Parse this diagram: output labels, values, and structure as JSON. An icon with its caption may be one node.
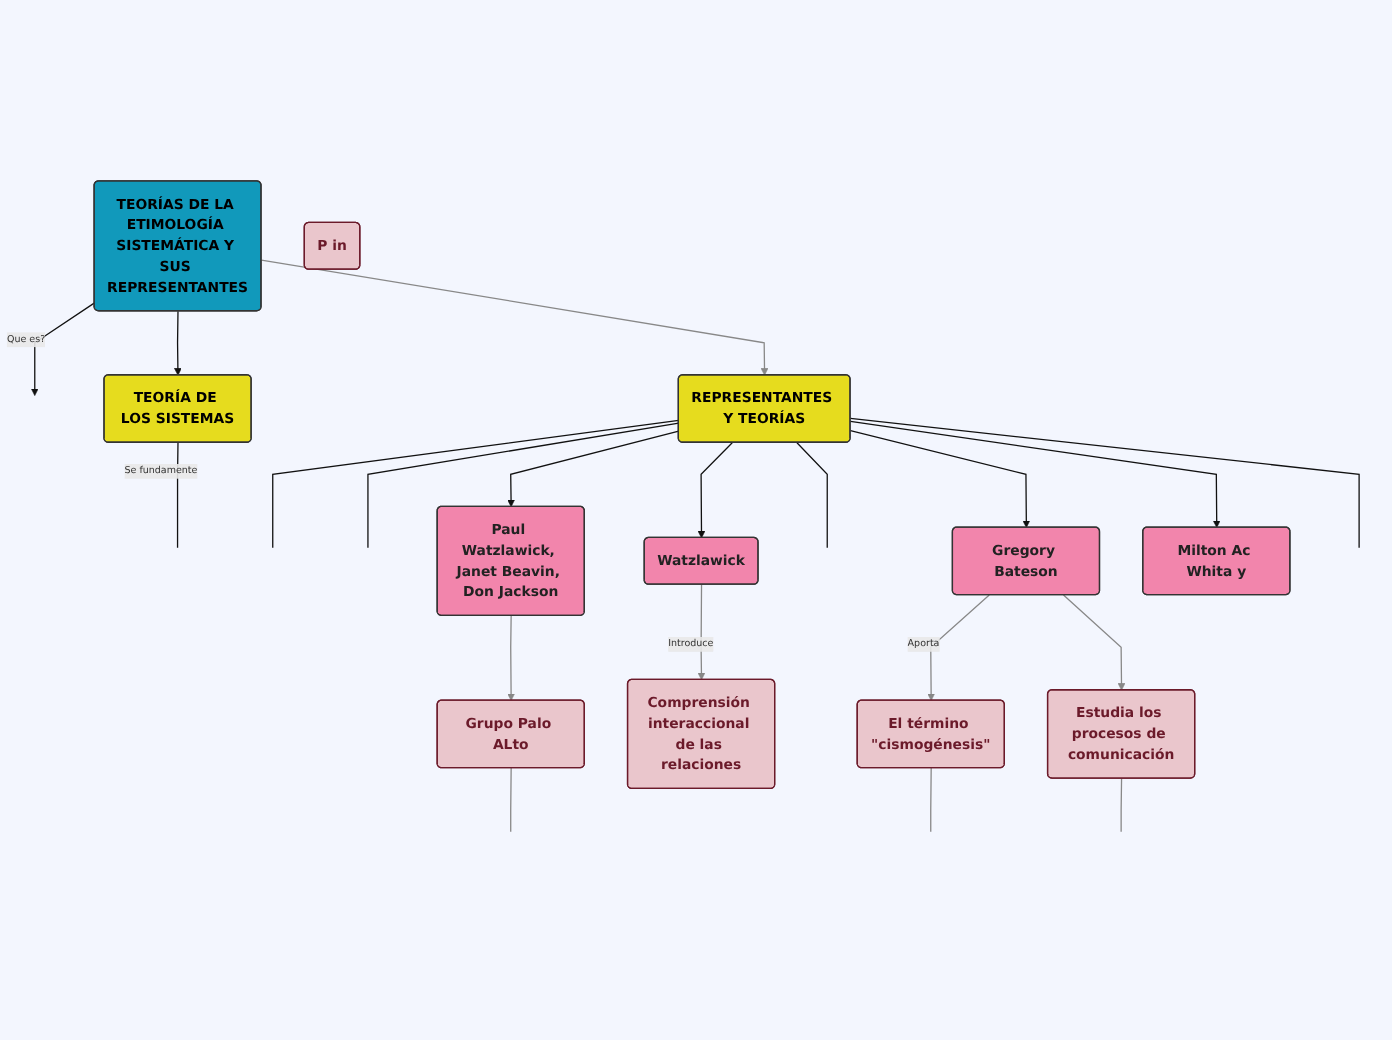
{
  "diagram": {
    "nodes": [
      {
        "text": [
          "TEORÍAS DE LA ETIMOLOGÍA SISTEMÁTICA Y SUS REPRESENTANTES"
        ]
      },
      {
        "text": [
          "TEORÍA DE LOS SISTEMAS"
        ]
      },
      {
        "text": [
          "REPRESENTANTES Y TEORÍAS"
        ]
      },
      {
        "text": [
          "Paul Watzlawick, Janet Beavin, Don Jackson"
        ]
      },
      {
        "text": [
          "Watzlawick"
        ]
      },
      {
        "text": [
          "Gregory Bateson"
        ]
      },
      {
        "text": [
          "Milton Ac Whita y"
        ]
      },
      {
        "text": [
          "Grupo Palo ALto"
        ]
      },
      {
        "text": [
          "Comprensión interaccional de las relaciones"
        ]
      },
      {
        "text": [
          "El término \"cismogénesis\""
        ]
      },
      {
        "text": [
          "Estudia los procesos de comunicación"
        ]
      },
      {
        "text": [
          "P in"
        ]
      }
    ],
    "edges": [
      {
        "from": 0,
        "to": null,
        "arrow": "to",
        "label": "Que es?"
      },
      {
        "from": 0,
        "to": 1,
        "arrow": "to"
      },
      {
        "from": 0,
        "to": 2,
        "arrow": "to",
        "color": "#888888"
      },
      {
        "from": 1,
        "to": null,
        "arrow": "none",
        "label": "Se fundamente"
      },
      {
        "from": 2,
        "to": null,
        "arrow": "none"
      },
      {
        "from": 2,
        "to": null,
        "arrow": "none"
      },
      {
        "from": 2,
        "to": 3,
        "arrow": "to"
      },
      {
        "from": 2,
        "to": 4,
        "arrow": "to"
      },
      {
        "from": 2,
        "to": null,
        "arrow": "none"
      },
      {
        "from": 2,
        "to": 5,
        "arrow": "to"
      },
      {
        "from": 2,
        "to": 6,
        "arrow": "to"
      },
      {
        "from": 2,
        "to": null,
        "arrow": "none"
      },
      {
        "from": 3,
        "to": 7,
        "arrow": "to",
        "color": "#888888"
      },
      {
        "from": 4,
        "to": 8,
        "arrow": "to",
        "label": "Introduce",
        "color": "#888888"
      },
      {
        "from": 5,
        "to": 9,
        "arrow": "to",
        "label": "Aporta",
        "color": "#888888"
      },
      {
        "from": 5,
        "to": 10,
        "arrow": "to",
        "color": "#888888"
      },
      {
        "from": 7,
        "to": null,
        "arrow": "none",
        "color": "#888888"
      },
      {
        "from": 9,
        "to": null,
        "arrow": "none",
        "color": "#888888"
      },
      {
        "from": 10,
        "to": null,
        "arrow": "none",
        "color": "#888888"
      }
    ]
  }
}
